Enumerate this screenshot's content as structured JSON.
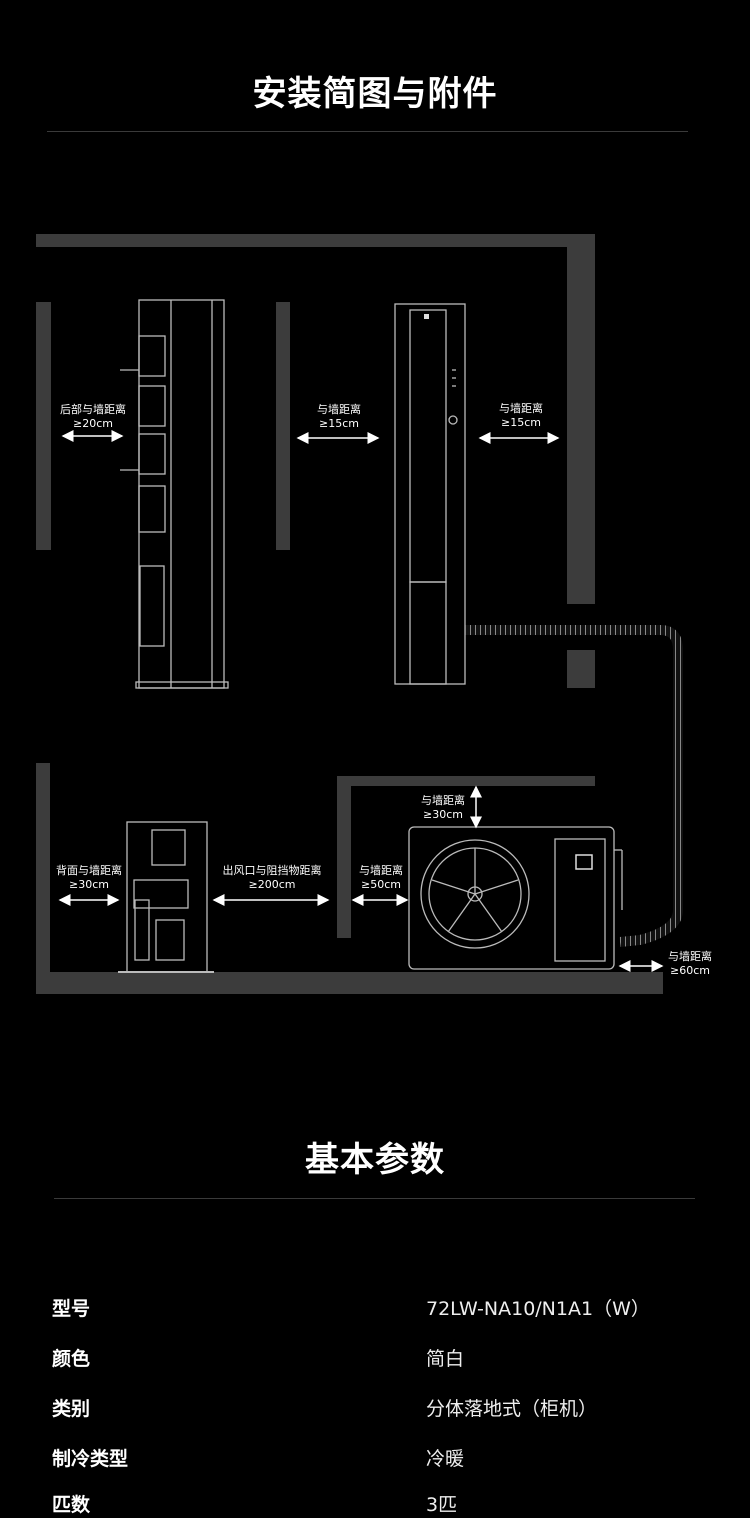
{
  "section_install": {
    "title": "安装简图与附件",
    "labels": {
      "back_wall": "后部与墙距离",
      "back_wall_val": "≥20cm",
      "left_wall": "与墙距离",
      "left_wall_val": "≥15cm",
      "right_wall": "与墙距离",
      "right_wall_val": "≥15cm",
      "top_wall": "与墙距离",
      "top_wall_val": "≥30cm",
      "outdoor_back": "背面与墙距离",
      "outdoor_back_val": "≥30cm",
      "outlet": "出风口与阻挡物距离",
      "outlet_val": "≥200cm",
      "side_wall": "与墙距离",
      "side_wall_val": "≥50cm",
      "right_gap": "与墙距离",
      "right_gap_val": "≥60cm"
    }
  },
  "section_specs": {
    "title": "基本参数",
    "rows": [
      {
        "label": "型号",
        "value": "72LW-NA10/N1A1（W）"
      },
      {
        "label": "颜色",
        "value": "简白"
      },
      {
        "label": "类别",
        "value": "分体落地式（柜机）"
      },
      {
        "label": "制冷类型",
        "value": "冷暖"
      },
      {
        "label": "匹数",
        "value": "3匹"
      }
    ]
  }
}
